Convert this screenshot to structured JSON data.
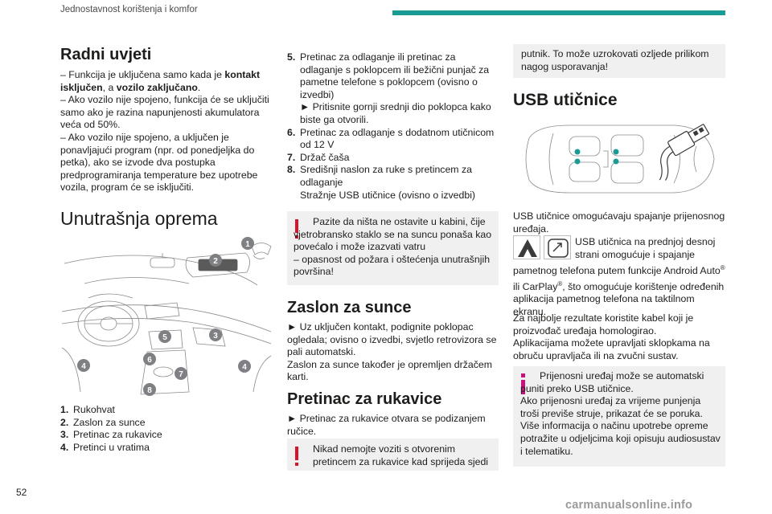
{
  "header": {
    "section_title": "Jednostavnost korištenja i komfor",
    "accent_color": "#1a9b94"
  },
  "page_number": "52",
  "watermark": "carmanualsonline.info",
  "col1": {
    "radni_title": "Radni uvjeti",
    "radni_p1_pre": "– Funkcija je uključena samo kada je ",
    "radni_p1_b1": "kontakt isključen",
    "radni_p1_mid": ", a ",
    "radni_p1_b2": "vozilo zaključano",
    "radni_p1_end": ".",
    "radni_p2": "– Ako vozilo nije spojeno, funkcija će se uključiti samo ako je razina napunjenosti akumulatora veća od 50%.",
    "radni_p3": "– Ako vozilo nije spojeno, a uključen je ponavljajući program (npr. od ponedjeljka do petka), ako se izvode dva postupka predprogramiranja temperature bez upotrebe vozila, program će se isključiti.",
    "oprema_title": "Unutrašnja oprema",
    "items": [
      {
        "num": "1.",
        "text": "Rukohvat"
      },
      {
        "num": "2.",
        "text": "Zaslon za sunce"
      },
      {
        "num": "3.",
        "text": "Pretinac za rukavice"
      },
      {
        "num": "4.",
        "text": "Pretinci u vratima"
      }
    ],
    "callouts": [
      "1",
      "2",
      "3",
      "4",
      "4",
      "5",
      "6",
      "7",
      "8"
    ]
  },
  "col2": {
    "items": [
      {
        "num": "5.",
        "text": "Pretinac za odlaganje ili pretinac za odlaganje s poklopcem ili bežični punjač za pametne telefone s poklopcem (ovisno o izvedbi)\n► Pritisnite gornji srednji dio poklopca kako biste ga otvorili."
      },
      {
        "num": "6.",
        "text": "Pretinac za odlaganje s dodatnom utičnicom od 12 V"
      },
      {
        "num": "7.",
        "text": "Držač čaša"
      },
      {
        "num": "8.",
        "text": "Središnji naslon za ruke s pretincem za odlaganje\nStražnje USB utičnice (ovisno o izvedbi)"
      }
    ],
    "warning1": "Pazite da ništa ne ostavite u kabini, čije vjetrobransko staklo se na suncu ponaša kao povećalo i može izazvati vatru\n– opasnost od požara i oštećenja unutrašnjih površina!",
    "zaslon_title": "Zaslon za sunce",
    "zaslon_text": "► Uz uključen kontakt, podignite poklopac ogledala; ovisno o izvedbi, svjetlo retrovizora se pali automatski.\nZaslon za sunce također je opremljen držačem karti.",
    "rukavice_title": "Pretinac za rukavice",
    "rukavice_text": "► Pretinac za rukavice otvara se podizanjem ručice.",
    "warning2": "Nikad nemojte voziti s otvorenim pretincem za rukavice kad sprijeda sjedi"
  },
  "col3": {
    "warning2_cont": "putnik. To može uzrokovati ozljede prilikom nagog usporavanja!",
    "usb_title": "USB utičnice",
    "usb_intro": "USB utičnice omogućavaju spajanje prijenosnog uređaja.",
    "usb_front_1": "USB utičnica na prednjoj desnoj strani omogućuje i spajanje",
    "usb_front_2": "pametnog telefona putem funkcije Android Auto",
    "reg_mark": "®",
    "usb_front_3": " ili CarPlay",
    "usb_front_4": ", što omogućuje korištenje određenih aplikacija pametnog telefona na taktilnom ekranu.",
    "usb_p2": "Za najbolje rezultate koristite kabel koji je proizvođač uređaja homologirao.",
    "usb_p3": "Aplikacijama možete upravljati sklopkama na obruču upravljača ili na zvučni sustav.",
    "info_text": "Prijenosni uređaj može se automatski puniti preko USB utičnice.\nAko prijenosni uređaj za vrijeme punjenja troši previše struje, prikazat će se poruka.\nViše informacija o načinu upotrebe opreme potražite u odjeljcima koji opisuju audiosustav i telematiku."
  },
  "colors": {
    "warning_red": "#d7142b",
    "info_pink": "#c9117e",
    "callout_gray": "#7f8083",
    "usb_dot_teal": "#1a9b94",
    "box_gray": "#f0f0f0"
  }
}
